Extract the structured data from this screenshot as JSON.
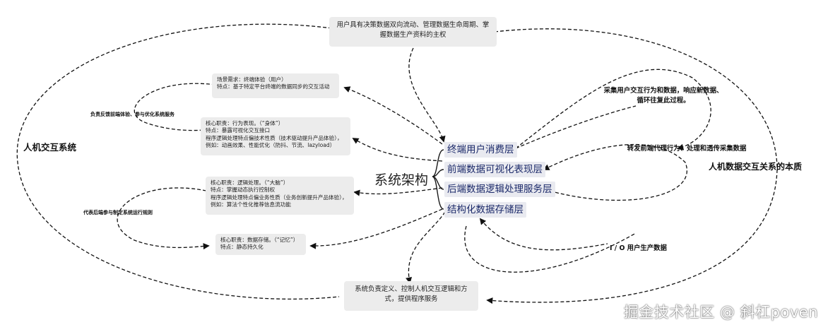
{
  "diagram": {
    "center": "系统架构",
    "layers": [
      "终端用户消费层",
      "前端数据可视化表现层",
      "后端数据逻辑处理服务层",
      "结构化数据存储层"
    ],
    "top_note": "用户具有决策数据双向流动、管理数据生命周期、掌握数据生产资料的主权",
    "bottom_note": "系统负责定义、控制人机交互逻辑和方式，提供程序服务",
    "consumer_box": [
      "场景需求：终端体验（用户）",
      "特点：基于特定平台终端的数据同步的交互活动"
    ],
    "frontend_box": [
      "核心职责：行为表现。（“身体”）",
      "特点：暴露可视化交互接口",
      "程序逻辑处理特点偏技术性质（技术驱动提升产品体验），",
      "例如：动画效果、性能优化（防抖、节流、lazyload）"
    ],
    "backend_box": [
      "核心职责：逻辑处理。（“大脑”）",
      "特点：掌握动态执行控制权",
      "程序逻辑处理特点偏业务性质（业务创新提升产品体验），",
      "例如：算法个性化推荐信息流功能"
    ],
    "storage_box": [
      "核心职责：数据存储。（“记忆”）",
      "特点：静态持久化"
    ],
    "left_title": "人机交互系统",
    "right_title": "人机数据交互关系的本质",
    "frontend_loop_label": "负责反馈前端体验、参与优化系统服务",
    "backend_loop_label": "代表后端参与制定系统运行规则",
    "collect_label": "采集用户交互行为和数据，响应新数据、循环往复此过程。",
    "forward_label": "转发前端代理行为、处理和透传采集数据",
    "io_label": "I / O 用户生产数据"
  },
  "watermark": "掘金技术社区 @ 斜杠poven"
}
